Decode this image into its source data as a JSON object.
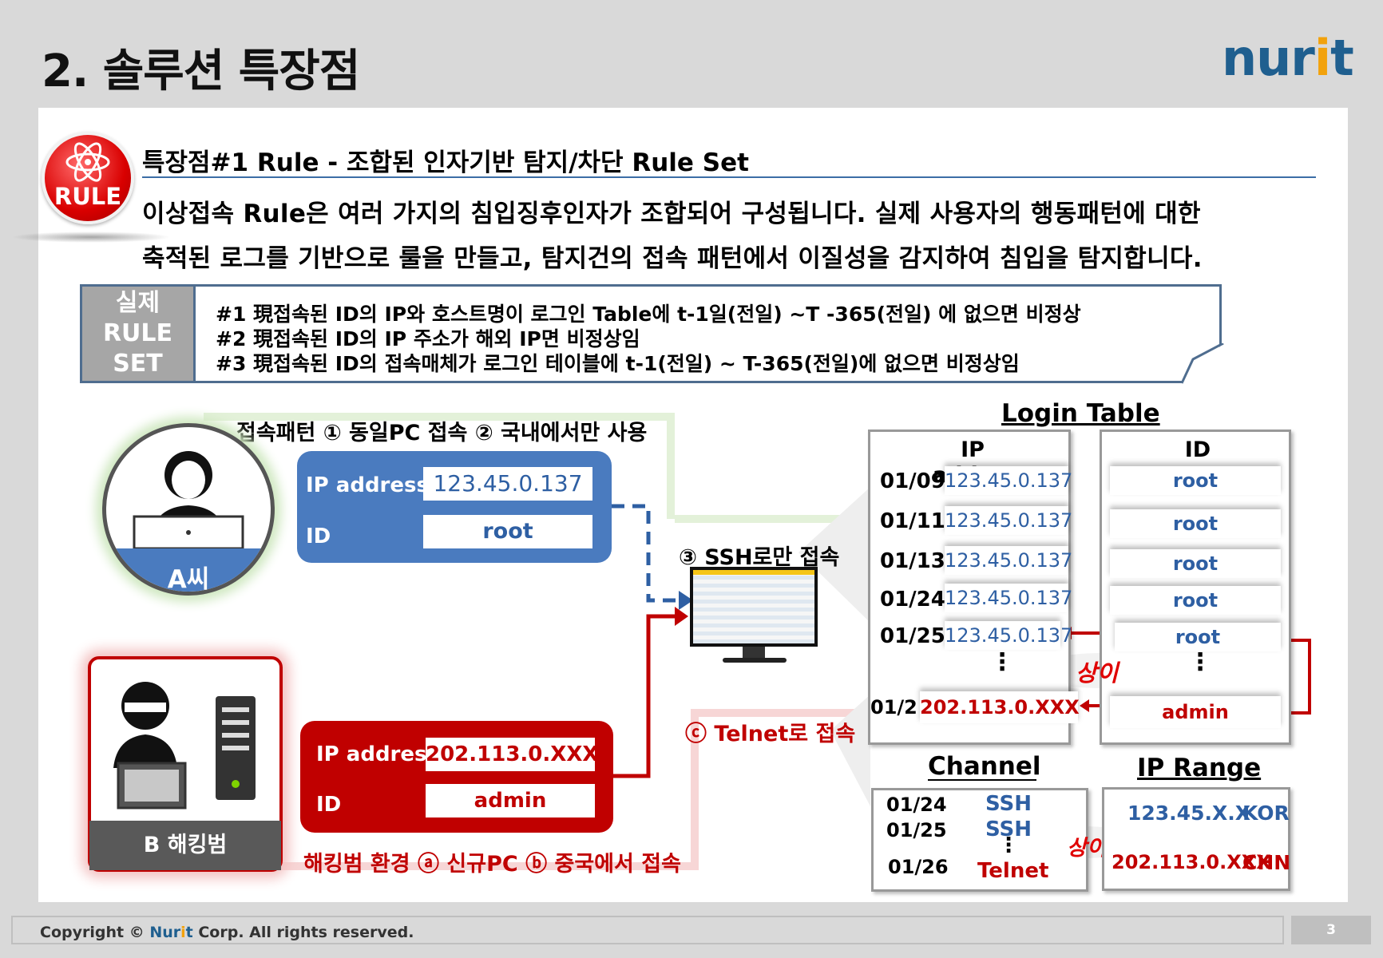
{
  "header": {
    "title": "2. 솔루션 특장점",
    "logo_pre": "nur",
    "logo_dot": "i",
    "logo_post": "t"
  },
  "badge": {
    "label": "RULE"
  },
  "feature": {
    "title": "특장점#1 Rule - 조합된 인자기반 탐지/차단 Rule Set",
    "desc1": "이상접속 Rule은 여러 가지의 침입징후인자가 조합되어 구성됩니다. 실제 사용자의 행동패턴에 대한",
    "desc2": "축적된 로그를 기반으로 룰을 만들고, 탐지건의 접속 패턴에서 이질성을 감지하여 침입을 탐지합니다."
  },
  "ruleset": {
    "label1": "실제",
    "label2": "RULE",
    "label3": "SET",
    "rules": [
      "#1 現접속된 ID의 IP와 호스트명이 로그인 Table에 t-1일(전일) ~T -365(전일) 에 없으면 비정상",
      "#2 現접속된 ID의 IP 주소가 해외 IP면 비정상임",
      "#3 現접속된 ID의 접속매체가 로그인 테이블에 t-1(전일) ~ T-365(전일)에 없으면 비정상임"
    ]
  },
  "user_a": {
    "pattern": "접속패턴 ① 동일PC 접속  ② 국내에서만 사용",
    "name": "A씨",
    "ip_label": "IP address",
    "ip_value": "123.45.0.137",
    "id_label": "ID",
    "id_value": "root"
  },
  "server": {
    "ssh_label": "③ SSH로만 접속",
    "telnet_label": "ⓒ Telnet로 접속"
  },
  "hacker": {
    "name": "B 해킹범",
    "env": "해킹범 환경  ⓐ 신규PC  ⓑ 중국에서 접속",
    "ip_label": "IP addres",
    "ip_value": "202.113.0.XXX",
    "id_label": "ID",
    "id_value": "admin"
  },
  "login_table": {
    "title": "Login Table",
    "ip_header": "IP address",
    "id_header": "ID",
    "rows": [
      {
        "date": "01/09",
        "ip": "123.45.0.137",
        "id": "root"
      },
      {
        "date": "01/11",
        "ip": "123.45.0.137",
        "id": "root"
      },
      {
        "date": "01/13",
        "ip": "123.45.0.137",
        "id": "root"
      },
      {
        "date": "01/24",
        "ip": "123.45.0.137",
        "id": "root"
      },
      {
        "date": "01/25",
        "ip": "123.45.0.137",
        "id": "root"
      }
    ],
    "ellipsis": "⋮",
    "last": {
      "date": "01/2",
      "ip": "202.113.0.XXX",
      "id": "admin"
    },
    "diff_label": "상이"
  },
  "channel": {
    "title": "Channel",
    "rows": [
      {
        "date": "01/24",
        "value": "SSH"
      },
      {
        "date": "01/25",
        "value": "SSH"
      },
      {
        "date": "01/26",
        "value": "Telnet"
      }
    ],
    "diff_label": "상이"
  },
  "ip_range": {
    "title": "IP Range",
    "rows": [
      {
        "range": "123.45.X.X",
        "country": "KOR"
      },
      {
        "range": "202.113.0.XXX",
        "country": "CHN"
      }
    ]
  },
  "footer": {
    "copyright_pre": "Copyright © ",
    "brand_pre": "Nur",
    "brand_dot": "i",
    "brand_post": "t",
    "copyright_post": " Corp. All rights reserved.",
    "page": "3"
  },
  "colors": {
    "blue_box": "#4a7bbf",
    "red_box": "#c00000",
    "accent_blue": "#2e5fa3"
  }
}
